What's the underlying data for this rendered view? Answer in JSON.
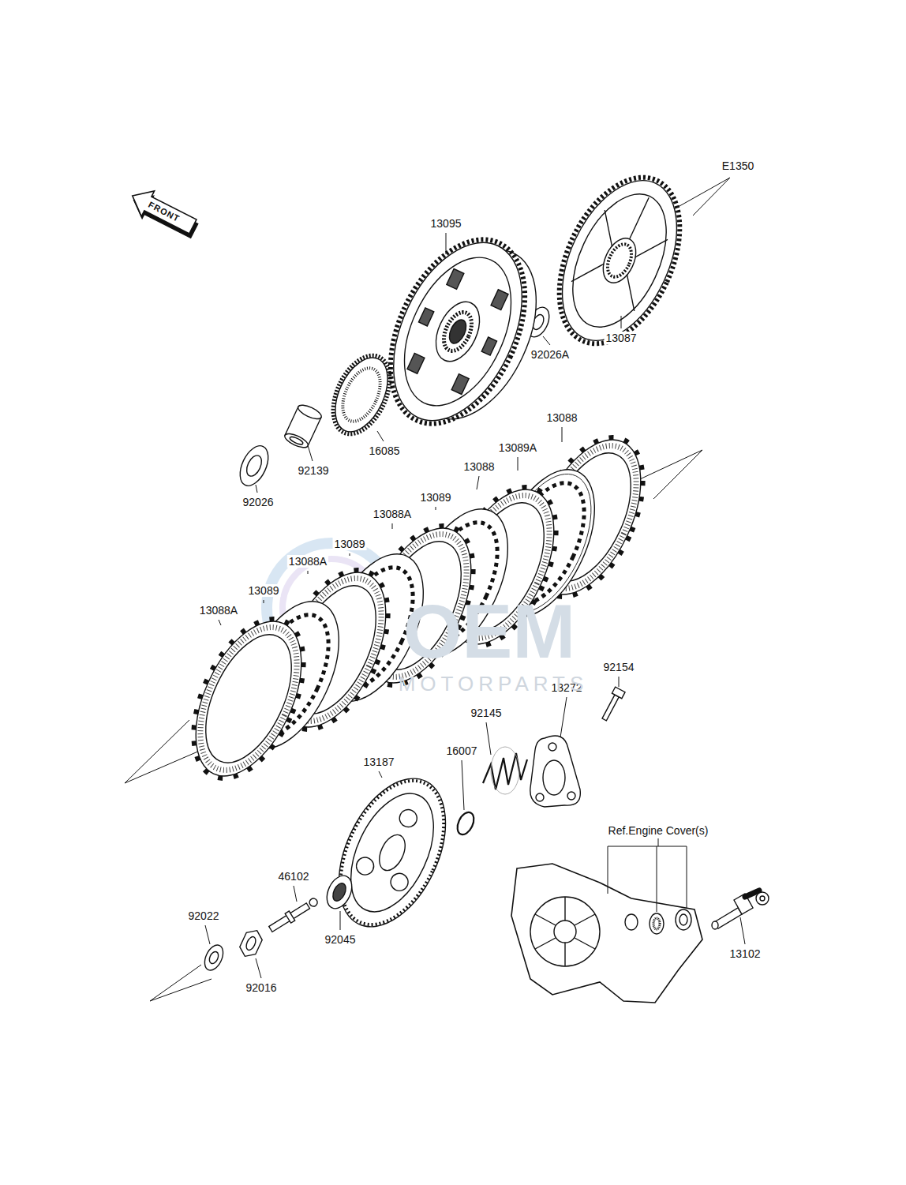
{
  "diagram": {
    "labels": [
      "E1350",
      "FRONT",
      "13095",
      "92026A",
      "13087",
      "92139",
      "16085",
      "92026",
      "13088",
      "13089A",
      "13088",
      "13089",
      "13088A",
      "13089",
      "13088A",
      "13089",
      "13088A",
      "92154",
      "13272",
      "92145",
      "16007",
      "13187",
      "Ref.Engine Cover(s)",
      "46102",
      "92022",
      "92045",
      "92016",
      "13102",
      "OEM",
      "MOTORPARTS"
    ]
  }
}
